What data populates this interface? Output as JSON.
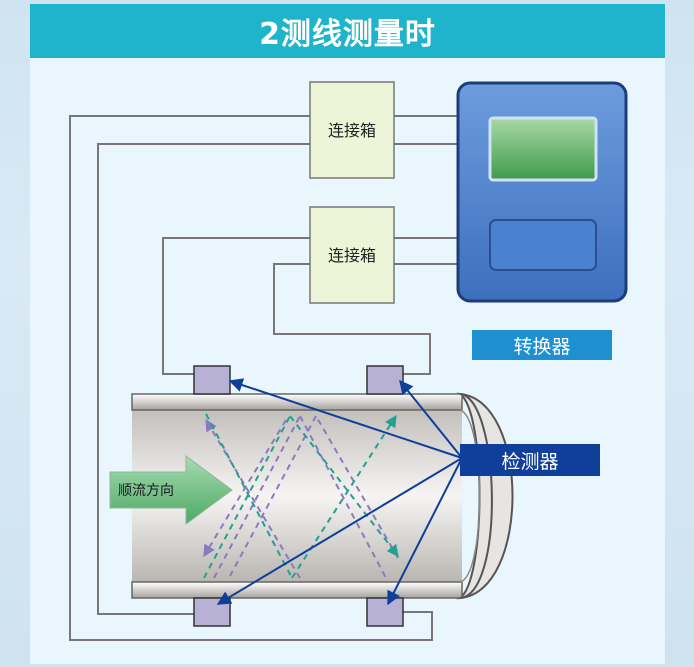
{
  "title": "2测线测量时",
  "labels": {
    "junction_box_top": "连接箱",
    "junction_box_bottom": "连接箱",
    "converter": "转换器",
    "detector": "检测器",
    "flow_direction": "顺流方向"
  },
  "colors": {
    "title_bar": "#1fb4cc",
    "panel_bg": "#eaf6fd",
    "junction_box": "#edf5d9",
    "converter_body": "#4a7fcb",
    "converter_label_bg": "#1e8fd0",
    "detector_label_bg": "#0f3f9a",
    "transducer": "#b7b1d6",
    "flow_arrow": "#6fbf84",
    "path_purple": "#8a7ac0",
    "path_teal": "#23a090",
    "wire": "#777777"
  }
}
